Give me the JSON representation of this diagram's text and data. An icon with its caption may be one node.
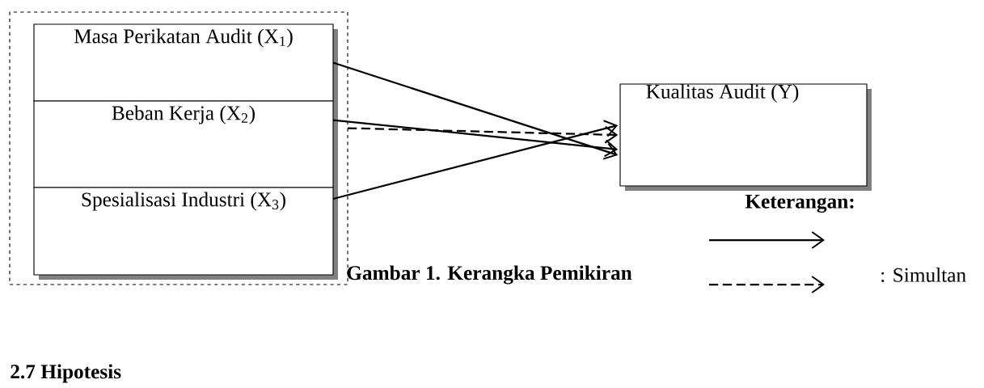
{
  "diagram": {
    "caption": "Gambar 1. Kerangka Pemikiran",
    "nodes": [
      {
        "text": [],
        "shape": "box"
      },
      {
        "text": [
          "Masa Perikatan Audit (X$_{1}$)"
        ],
        "in": 0
      },
      {
        "text": [
          "Beban Kerja (X$_{2}$)"
        ],
        "in": 0
      },
      {
        "text": [
          "Spesialisasi Industri (X$_{3}$)"
        ],
        "in": 0
      },
      {
        "text": [
          "Kualitas Audit (Y)"
        ]
      }
    ],
    "edges": [
      {
        "from": 1,
        "to": 4,
        "arrow": "to"
      },
      {
        "from": 2,
        "to": 4,
        "arrow": "to"
      },
      {
        "from": 0,
        "to": 4,
        "arrow": "to",
        "style": "dashed"
      },
      {
        "from": 3,
        "to": 4,
        "arrow": "to"
      }
    ],
    "labels": [
      "Keterangan:",
      "2.7  Hipotesis"
    ],
    "legend": [
      {
        "text": ": Simultan"
      }
    ]
  }
}
